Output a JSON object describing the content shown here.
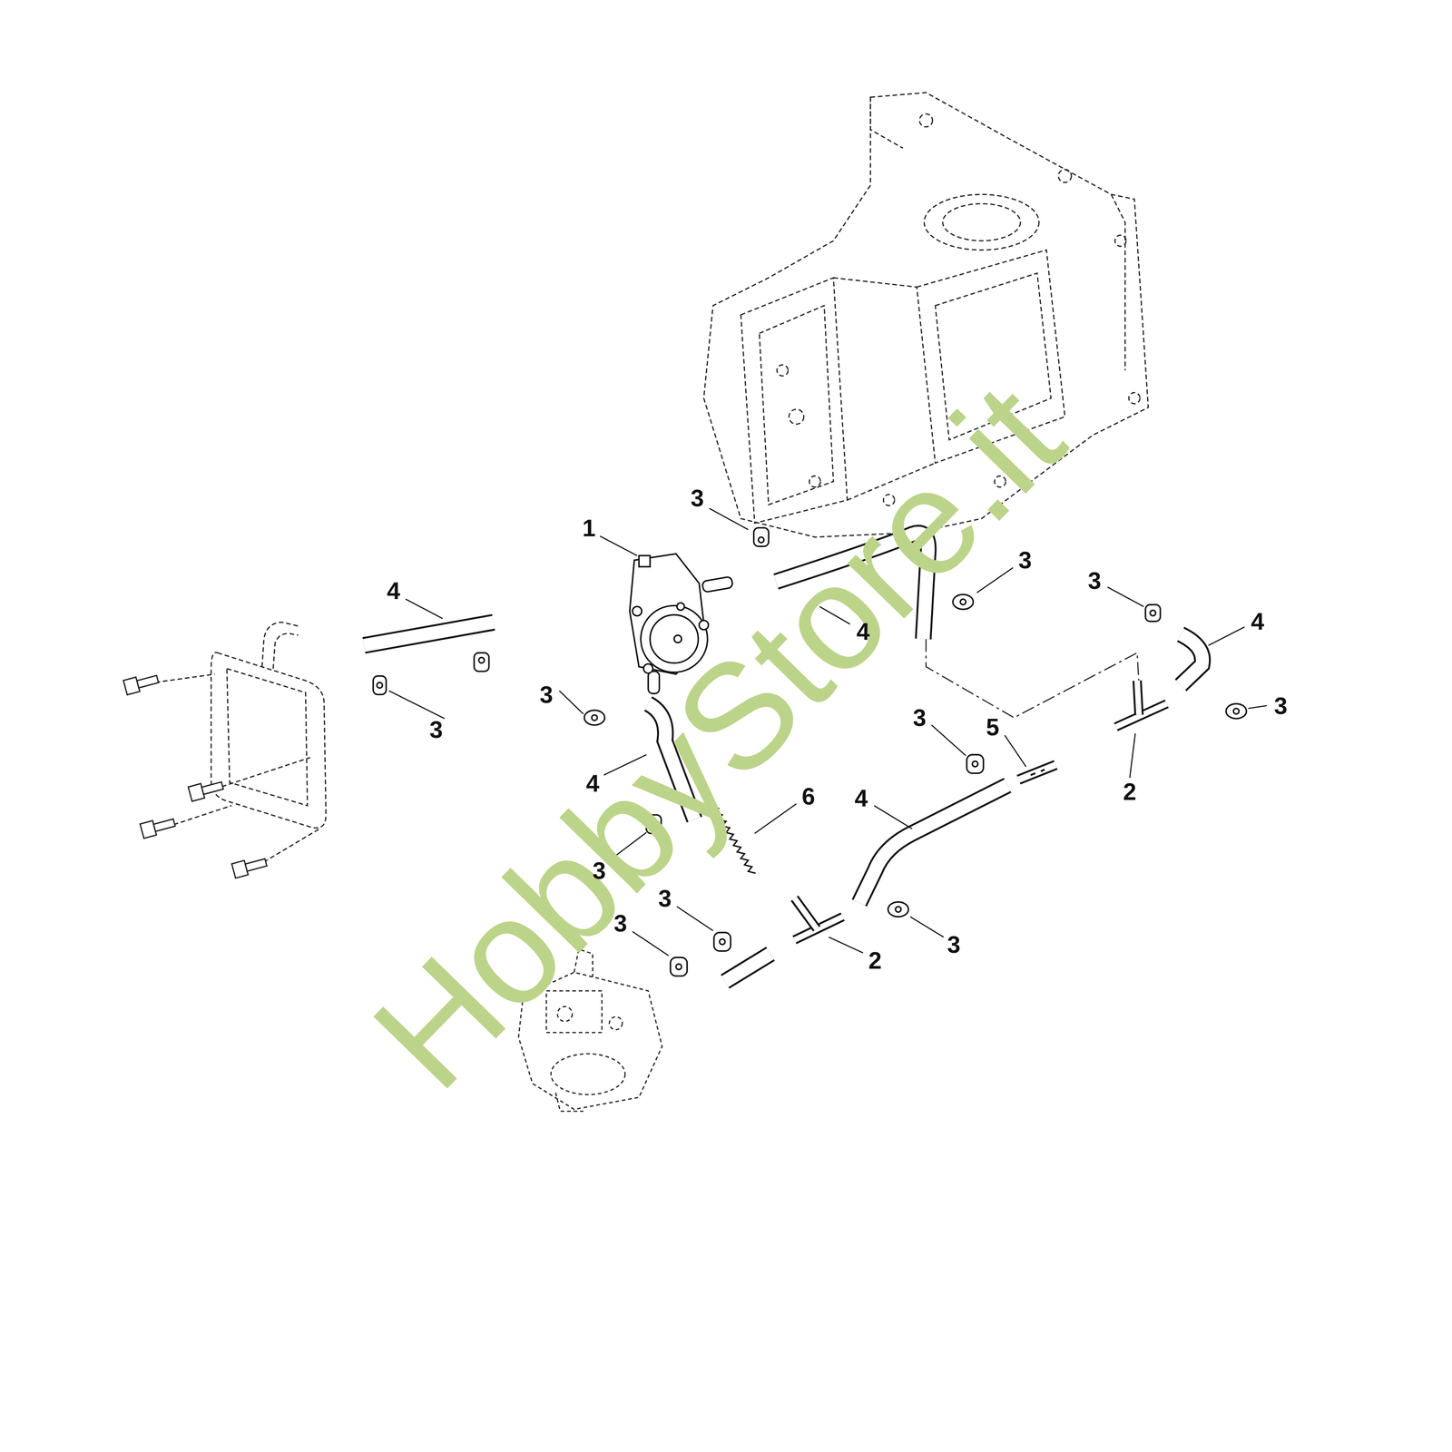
{
  "diagram": {
    "labels": [
      "3",
      "1",
      "3",
      "3",
      "4",
      "4",
      "4",
      "3",
      "3",
      "3",
      "5",
      "3",
      "4",
      "2",
      "6",
      "4",
      "3",
      "3",
      "3",
      "3",
      "2",
      "HobbyStore.it"
    ]
  }
}
